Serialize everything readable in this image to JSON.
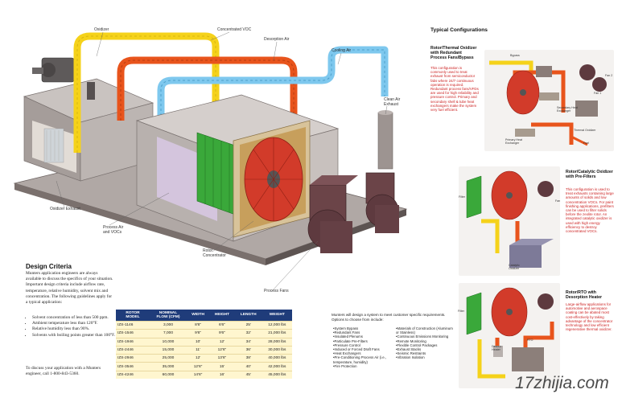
{
  "diagram": {
    "labels": {
      "oxidizer": "Oxidizer",
      "concentrated_voc": "Concentrated VOC",
      "desorption_air": "Desorption Air",
      "cooling_air": "Cooling Air",
      "clean_air_exhaust": "Clean Air\nExhaust",
      "oxidizer_exhaust": "Oxidizer Exhaust",
      "process_air_vocs": "Process Air\nand VOCs",
      "rotor_concentrator": "Rotor\nConcentrator",
      "process_fans": "Process Fans"
    }
  },
  "design": {
    "title": "Design Criteria",
    "intro": "Munters application engineers are always available to discuss the specifics of your situation. Important design criteria include airflow rate, temperature, relative humidity, solvent mix and concentration. The following guidelines apply for a typical application:",
    "bullets": [
      "Solvent concentration of less than 500 ppm.",
      "Ambient temperature less than 120°F.",
      "Relative humidity less than 90%.",
      "Solvents with boiling points greater than 100°F."
    ],
    "contact": "To discuss your application with a Munters engineer, call 1-800-843-5360."
  },
  "table": {
    "headers": [
      "ROTOR\nMODEL",
      "NOMINAL\nFLOW (CFM)",
      "WIDTH",
      "HEIGHT",
      "LENGTH",
      "WEIGHT"
    ],
    "rows": [
      [
        "IZS-1146",
        "3,000",
        "8'6\"",
        "6'6\"",
        "25'",
        "12,000 lbs"
      ],
      [
        "IZS-1546",
        "7,000",
        "9'6\"",
        "9'6\"",
        "32'",
        "21,000 lbs"
      ],
      [
        "IZS-1946",
        "10,000",
        "10'",
        "12'",
        "34'",
        "28,000 lbs"
      ],
      [
        "IZS-2446",
        "15,000",
        "11'",
        "12'6\"",
        "36'",
        "30,000 lbs"
      ],
      [
        "IZS-2946",
        "25,000",
        "12'",
        "13'6\"",
        "38'",
        "40,000 lbs"
      ],
      [
        "IZS-3546",
        "35,000",
        "12'6\"",
        "15'",
        "40'",
        "42,000 lbs"
      ],
      [
        "IZS-4246",
        "60,000",
        "14'6\"",
        "16'",
        "45'",
        "45,000 lbs"
      ]
    ]
  },
  "options": {
    "intro": "Munters will design a system to meet customer specific requirements. Options to choose from include:",
    "col1": [
      "System Bypass",
      "Redundant Fans",
      "Insulated Plenums",
      "Particulate Pre-Filters",
      "Pressure Control",
      "Induced or Forced Draft Fans",
      "Heat Exchangers",
      "Pre-Conditioning Process Air (i.e., temperature, humidity)",
      "Fire Protection"
    ],
    "col2": [
      "Materials of Construction (Aluminum or Stainless)",
      "Continuous Emissions Monitoring",
      "Remote Monitoring",
      "Flexible Control Packages",
      "Exhaust Stacks",
      "Seismic Restraints",
      "Vibration Isolation"
    ]
  },
  "typical": {
    "title": "Typical Configurations",
    "panels": [
      {
        "title": "Rotor/Thermal Oxidizer with Redundant Process Fans/Bypass",
        "text": "This configuration is commonly used to treat exhaust from semiconductor fabs where 24/7 continuous operation is required. Redundant process fans/VFDs are used for high reliability and pressure control. Primary and secondary shell & tube heat exchangers make the system very fuel efficient.",
        "labels": [
          "Bypass",
          "Fan 1",
          "Fan 2",
          "Secondary Heat Exchanger",
          "Primary Heat Exchanger",
          "Thermal Oxidizer",
          "Fuel"
        ]
      },
      {
        "title": "Rotor/Catalytic Oxidizer with Pre-Filters",
        "text": "This configuration is used to treat exhausts containing large amounts of solids and low concentration VOCs. For paint finishing applications, prefilters can be used to filter solids before the zeolite rotor. An integrated catalytic oxidizer is used with high energy efficiency to destroy concentrated VOCs.",
        "labels": [
          "Filter",
          "Fan",
          "Catalytic Oxidizer"
        ]
      },
      {
        "title": "Rotor/RTO with Desorption Heater",
        "text": "Large-airflow applications for automotive and aerospace coating can be abated most cost-effectively by taking advantage of the concentrator technology and low efficient regenerative thermal oxidizer.",
        "labels": [
          "Filter",
          "Desorp. Heater",
          "RTO"
        ]
      }
    ]
  },
  "watermark": "17zhijia.com",
  "colors": {
    "concentrated_voc": "#f5d21a",
    "desorption": "#e8541c",
    "cooling": "#7ec8ee",
    "equipment": "#8c7f7a",
    "fan": "#5e3a3f",
    "rotor": "#d23b2a",
    "filter": "#3aa83a",
    "table_header": "#1f3c7a",
    "table_body": "#fff6cf"
  }
}
